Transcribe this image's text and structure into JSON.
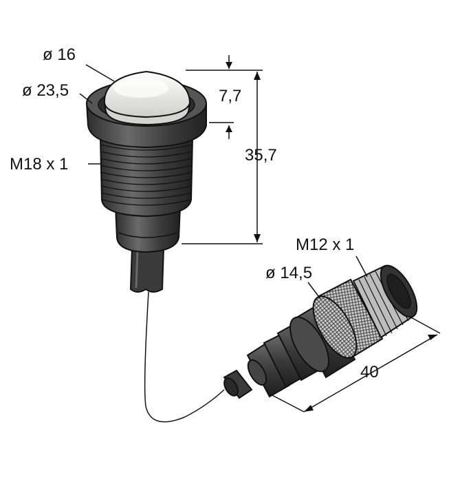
{
  "labels": {
    "dia_16": "ø 16",
    "dia_23_5": "ø 23,5",
    "thread_m18": "M18 x 1",
    "height_7_7": "7,7",
    "height_35_7": "35,7",
    "thread_m12": "M12 x 1",
    "dia_14_5": "ø 14,5",
    "length_40": "40"
  },
  "colors": {
    "body_dark": "#3c3c3c",
    "body_mid": "#5a5a5a",
    "lens": "#e8e8e6",
    "outline": "#111111"
  }
}
